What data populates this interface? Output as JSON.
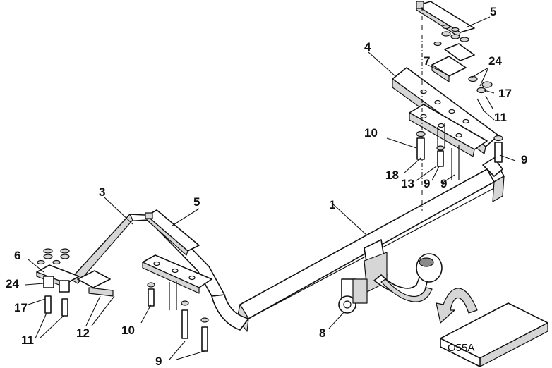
{
  "diagram": {
    "callouts": [
      "1",
      "3",
      "4",
      "5",
      "5",
      "6",
      "7",
      "8",
      "9",
      "9",
      "9",
      "9",
      "10",
      "10",
      "11",
      "11",
      "12",
      "13",
      "17",
      "17",
      "18",
      "24",
      "24"
    ],
    "box_code": "O55A"
  },
  "colors": {
    "line": "#111111",
    "shade": "#d6d6d6",
    "dark": "#8a8a8a",
    "background": "#ffffff"
  }
}
